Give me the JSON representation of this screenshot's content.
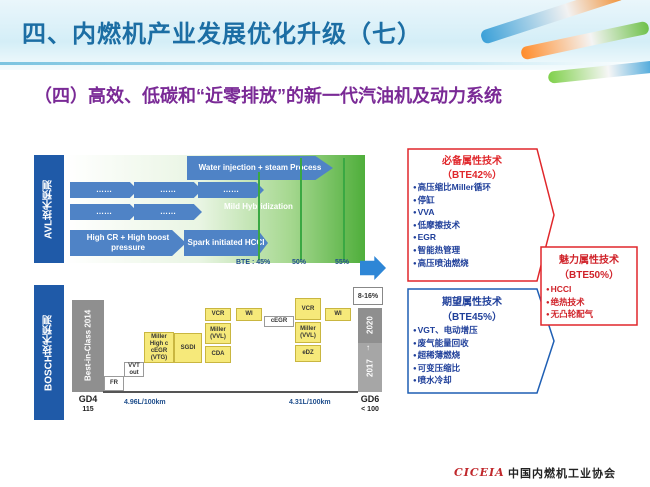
{
  "header": {
    "title": "四、内燃机产业发展优化升级（七）",
    "subtitle": "（四）高效、低碳和“近零排放”的新一代汽油机及动力系统"
  },
  "avl": {
    "side_label": "AVL技术预测",
    "arrows": [
      {
        "label": "Water injection + steam Process"
      },
      {
        "label": "……"
      },
      {
        "label": "……"
      },
      {
        "label": "……"
      },
      {
        "label": "……"
      },
      {
        "label": "……"
      },
      {
        "label": "High CR + High boost pressure"
      },
      {
        "label": "Spark initiated HCCI"
      }
    ],
    "hybrid_label": "Mild Hybridization",
    "bte_marks": [
      "BTE : 45%",
      "50%",
      "55%"
    ]
  },
  "bosch": {
    "side_label": "BOSCH技术预测",
    "best_in_class": "Best-in-Class 2014",
    "year_2020": "2020",
    "year_2017": "2017",
    "arrow_up": "↑",
    "range": "8-16%",
    "gd4": "GD4",
    "gd4_value": "115",
    "gd6": "GD6",
    "gd6_value": "< 100",
    "fuel_start": "4.96L/100km",
    "fuel_end": "4.31L/100km",
    "steps": {
      "fr": "FR",
      "vvt": "VVT out",
      "miller": "Miller High c cEGR (VTG)",
      "sgdi": "SGDI",
      "vcr1": "VCR",
      "miller_vvl1": "Miller (VVL)",
      "cda": "CDA",
      "wi1": "WI",
      "cegr": "cEGR",
      "vcr2": "VCR",
      "miller_vvl2": "Miller (VVL)",
      "edz": "eDZ",
      "wi2": "WI"
    }
  },
  "panels": {
    "required": {
      "title": "必备属性技术",
      "subtitle": "（BTE42%）",
      "items": [
        "高压缩比Miller循环",
        "停缸",
        "VVA",
        "低摩擦技术",
        "EGR",
        "智能热管理",
        "高压喷油燃烧"
      ],
      "border_color": "#e0272b",
      "text_color": "#1f3f9a"
    },
    "expected": {
      "title": "期望属性技术",
      "subtitle": "（BTE45%）",
      "items": [
        "VGT、电动增压",
        "废气能量回收",
        "超稀薄燃烧",
        "可变压缩比",
        "喷水冷却"
      ],
      "border_color": "#1f5fb4",
      "text_color": "#1f3f9a"
    },
    "charm": {
      "title": "魅力属性技术",
      "subtitle": "（BTE50%）",
      "items": [
        "HCCI",
        "绝热技术",
        "无凸轮配气"
      ],
      "border_color": "#e0272b",
      "text_color": "#d0232a"
    }
  },
  "footer": {
    "logo": "CICEIA",
    "org": "中国内燃机工业协会"
  }
}
